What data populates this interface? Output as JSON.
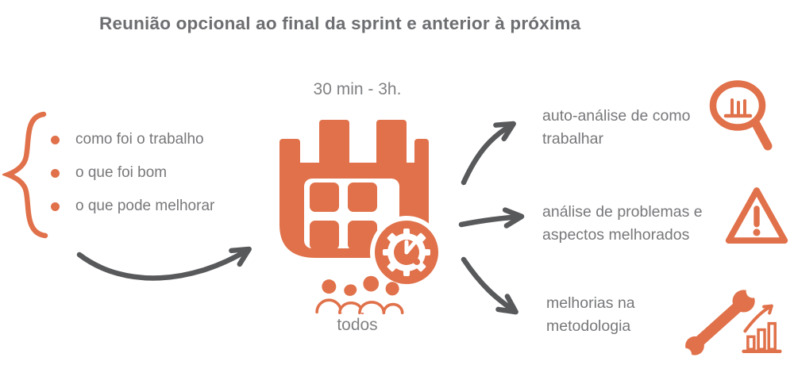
{
  "title": "Reunião opcional ao final da sprint e anterior à próxima",
  "colors": {
    "accent_orange": "#E0714A",
    "title_gray": "#6D6E71",
    "text_gray": "#77787B",
    "arrow_gray": "#58595B"
  },
  "inputs": {
    "items": [
      "como foi o trabalho",
      "o que foi bom",
      "o que pode melhorar"
    ]
  },
  "meeting": {
    "duration": "30 min - 3h.",
    "participants": "todos",
    "icons": [
      "calendar-clock-icon",
      "people-icon"
    ]
  },
  "outcomes": [
    {
      "label": "auto-análise de como trabalhar",
      "icon": "magnifier-chart-icon"
    },
    {
      "label": "análise de problemas e aspectos melhorados",
      "icon": "warning-triangle-icon"
    },
    {
      "label": "melhorias na metodologia",
      "icon": "wrench-chart-icon"
    }
  ]
}
